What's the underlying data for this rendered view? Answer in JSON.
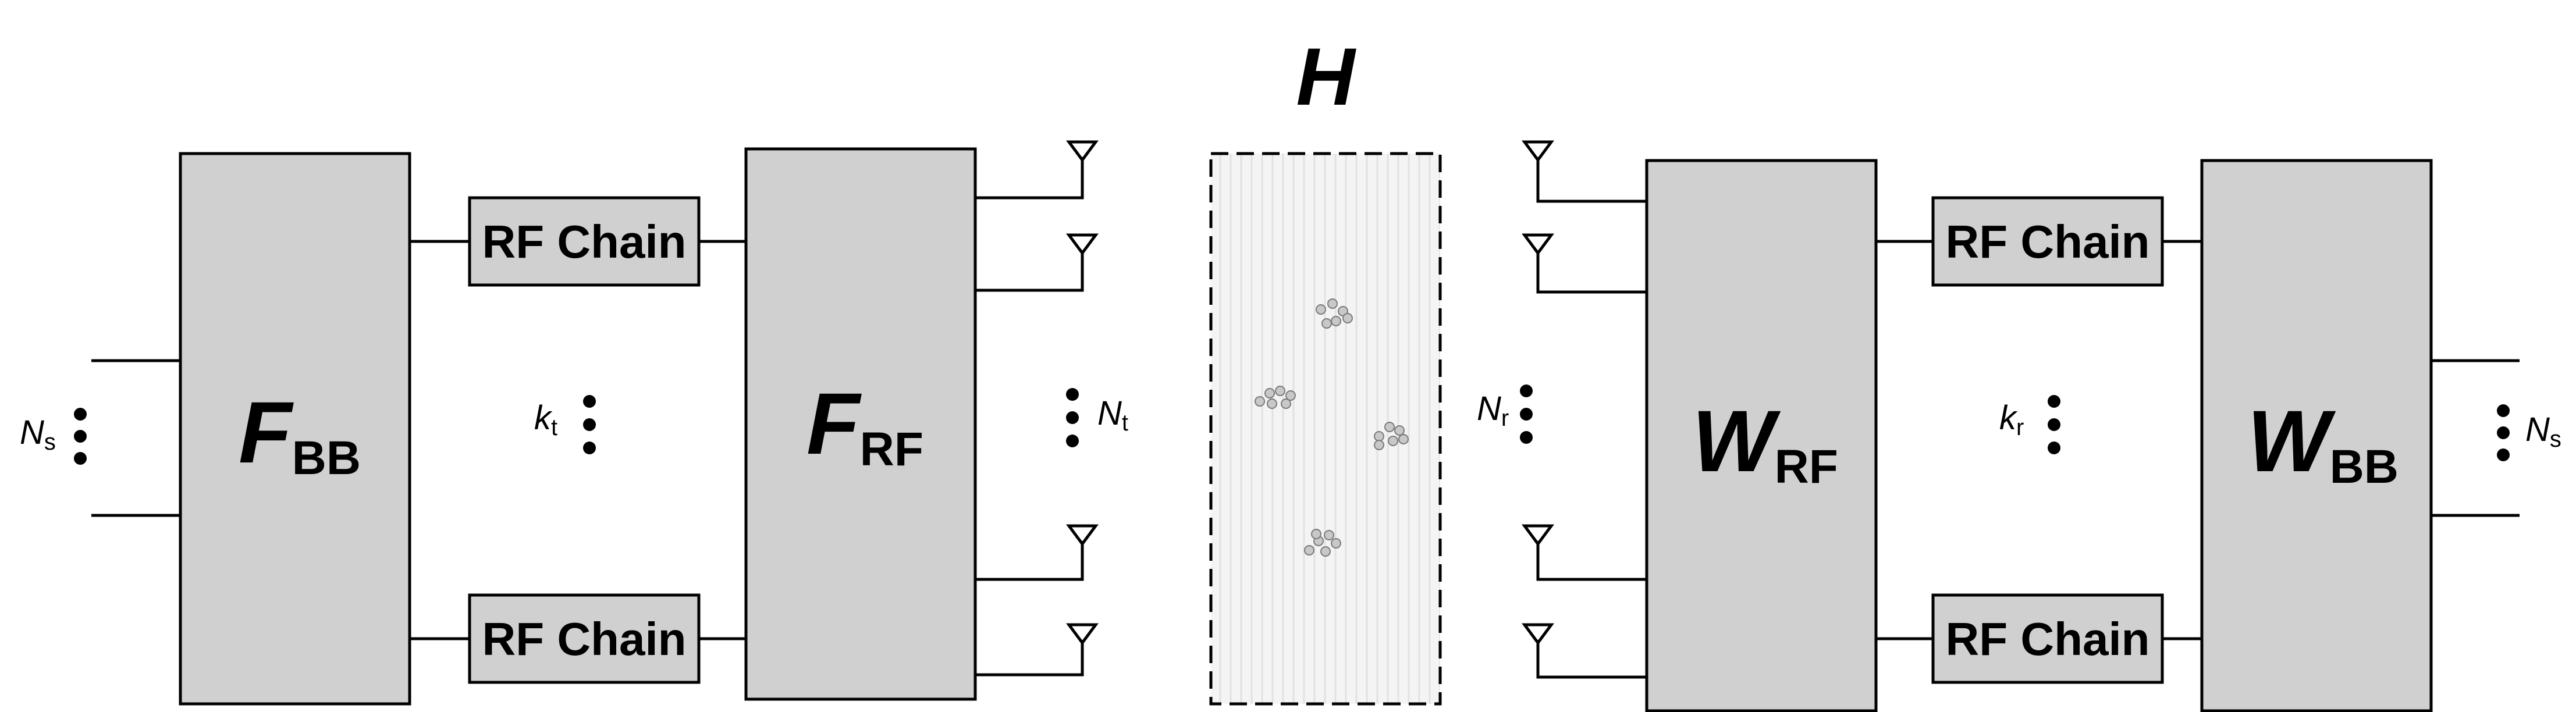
{
  "channel": {
    "label": "H"
  },
  "transmitter": {
    "baseband": {
      "letter": "F",
      "subscript": "BB"
    },
    "rf_precoder": {
      "letter": "F",
      "subscript": "RF"
    },
    "rf_chain_top": "RF Chain",
    "rf_chain_bottom": "RF Chain",
    "streams": {
      "letter": "N",
      "subscript": "s"
    },
    "chains": {
      "letter": "k",
      "subscript": "t"
    },
    "antennas": {
      "letter": "N",
      "subscript": "t"
    }
  },
  "receiver": {
    "rf_combiner": {
      "letter": "W",
      "subscript": "RF"
    },
    "baseband": {
      "letter": "W",
      "subscript": "BB"
    },
    "rf_chain_top": "RF Chain",
    "rf_chain_bottom": "RF Chain",
    "antennas": {
      "letter": "N",
      "subscript": "r"
    },
    "chains": {
      "letter": "k",
      "subscript": "r"
    },
    "streams": {
      "letter": "N",
      "subscript": "s"
    }
  }
}
